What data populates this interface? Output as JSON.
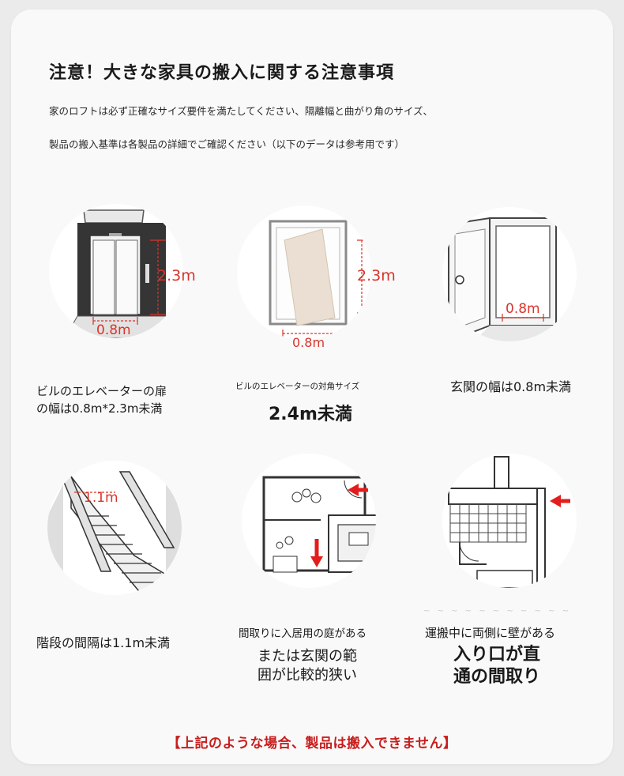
{
  "header": {
    "title": "注意！大きな家具の搬入に関する注意事項",
    "subtitle_line1": "家のロフトは必ず正確なサイズ要件を満たしてください、隔離幅と曲がり角のサイズ、",
    "subtitle_line2": "製品の搬入基準は各製品の詳細でご確認ください（以下のデータは参考用です）"
  },
  "cases": [
    {
      "icon": "elevator-door-icon",
      "labels": {
        "height": "2.3m",
        "width": "0.8m"
      },
      "caption_line1": "ビルのエレベーターの扉",
      "caption_line2": "の幅は0.8m*2.3m未満"
    },
    {
      "icon": "elevator-diagonal-icon",
      "labels": {
        "height": "2.3m",
        "width": "0.8m"
      },
      "caption_small": "ビルのエレベーターの対角サイズ",
      "caption_large": "2.4m未満"
    },
    {
      "icon": "entrance-door-icon",
      "labels": {
        "width": "0.8m"
      },
      "caption_line1": "玄関の幅は0.8m未満"
    },
    {
      "icon": "staircase-icon",
      "labels": {
        "width": "1.1m"
      },
      "caption_line1": "階段の間隔は1.1m未満"
    },
    {
      "icon": "floor-plan-garden-icon",
      "caption_small": "間取りに入居用の庭がある",
      "caption_large_line1": "または玄関の範",
      "caption_large_line2": "囲が比較的狭い"
    },
    {
      "icon": "floor-plan-corridor-icon",
      "caption_small": "運搬中に両側に壁がある",
      "caption_large_line1": "入り口が直",
      "caption_large_line2": "通の間取り"
    }
  ],
  "footer": {
    "warning": "【上記のような場合、製品は搬入できません】"
  },
  "colors": {
    "accent_red": "#d9342b",
    "warning_red": "#c81d1d",
    "card_bg": "#f9f9f9",
    "page_bg": "#ebebeb"
  }
}
